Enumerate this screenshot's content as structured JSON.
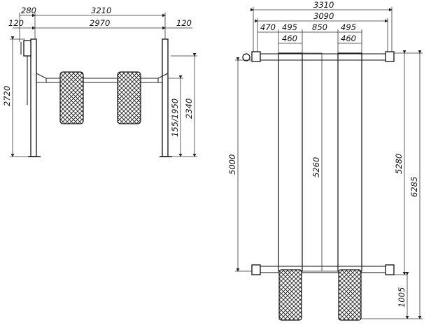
{
  "left_view": {
    "top_width": "3210",
    "post_top_offset": "280",
    "inner_width": "2970",
    "post_left": "120",
    "post_right": "120",
    "total_height": "2720",
    "runway_height": "155/1950",
    "post_height": "2340"
  },
  "right_view": {
    "outer_width": "3310",
    "inner_width": "3090",
    "seg_470": "470",
    "seg_495_left": "495",
    "seg_850": "850",
    "seg_495_right": "495",
    "runway_width_left": "460",
    "runway_width_right": "460",
    "wheelbase": "5000",
    "runway_length": "5260",
    "post_spacing": "5280",
    "overall_length": "6285",
    "front_overhang": "1005"
  }
}
